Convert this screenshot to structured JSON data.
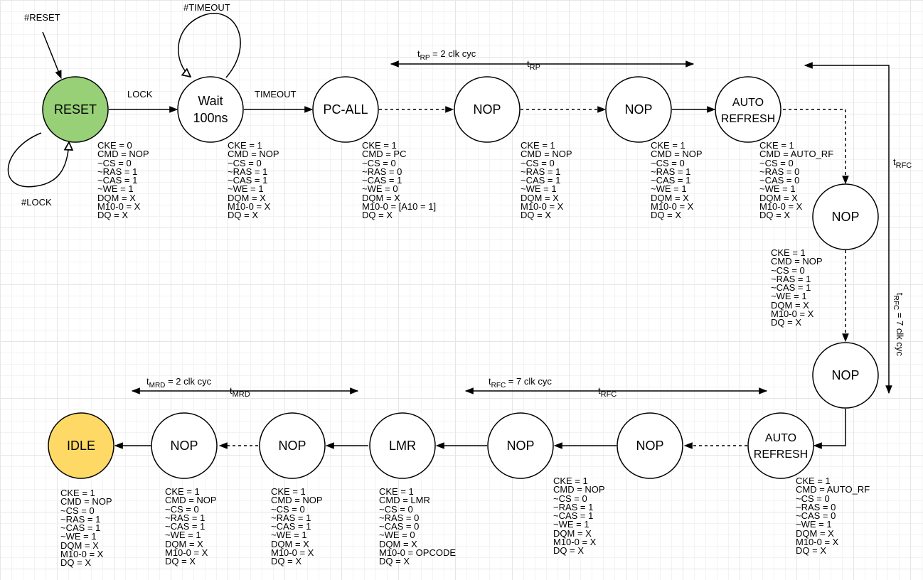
{
  "colors": {
    "reset_fill": "#97d077",
    "idle_fill": "#ffd966",
    "stroke": "#000000"
  },
  "states": {
    "reset": "RESET",
    "wait_1": "Wait",
    "wait_2": "100ns",
    "pc_all": "PC-ALL",
    "nop_1": "NOP",
    "nop_2": "NOP",
    "auto_refresh_1a": "AUTO",
    "auto_refresh_1b": "REFRESH",
    "nop_3": "NOP",
    "nop_4": "NOP",
    "auto_refresh_2a": "AUTO",
    "auto_refresh_2b": "REFRESH",
    "nop_5": "NOP",
    "nop_6": "NOP",
    "lmr": "LMR",
    "nop_7": "NOP",
    "nop_8": "NOP",
    "idle": "IDLE"
  },
  "edge_labels": {
    "reset_in": "#RESET",
    "timeout_loop": "#TIMEOUT",
    "lock_loop": "#LOCK",
    "lock": "LOCK",
    "timeout": "TIMEOUT"
  },
  "timing": {
    "trp_top": {
      "t": "t",
      "sub": "RP",
      "rest": " = 2 clk cyc"
    },
    "trp_mid": {
      "t": "t",
      "sub": "RP"
    },
    "trfc_right_top": {
      "t": "t",
      "sub": "RFC"
    },
    "trfc_right_side": {
      "t": "t",
      "sub": "RFC",
      "rest": " = 7 clk cyc"
    },
    "trfc_bottom_top": {
      "t": "t",
      "sub": "RFC",
      "rest": " = 7 clk cyc"
    },
    "trfc_bottom_mid": {
      "t": "t",
      "sub": "RFC"
    },
    "tmrd_top": {
      "t": "t",
      "sub": "MRD",
      "rest": " = 2 clk cyc"
    },
    "tmrd_mid": {
      "t": "t",
      "sub": "MRD"
    }
  },
  "signals": {
    "reset": [
      "CKE = 0",
      "CMD = NOP",
      "~CS = 0",
      "~RAS = 1",
      "~CAS = 1",
      "~WE = 1",
      "DQM = X",
      "M10-0 = X",
      "DQ = X"
    ],
    "wait": [
      "CKE = 1",
      "CMD = NOP",
      "~CS = 0",
      "~RAS = 1",
      "~CAS = 1",
      "~WE = 1",
      "DQM = X",
      "M10-0 = X",
      "DQ = X"
    ],
    "pc_all": [
      "CKE = 1",
      "CMD = PC",
      "~CS = 0",
      "~RAS = 0",
      "~CAS = 1",
      "~WE = 0",
      "DQM = X",
      "M10-0 = [A10 = 1]",
      "DQ = X"
    ],
    "nop_1": [
      "CKE = 1",
      "CMD = NOP",
      "~CS = 0",
      "~RAS = 1",
      "~CAS = 1",
      "~WE = 1",
      "DQM = X",
      "M10-0 = X",
      "DQ = X"
    ],
    "nop_2": [
      "CKE = 1",
      "CMD = NOP",
      "~CS = 0",
      "~RAS = 1",
      "~CAS = 1",
      "~WE = 1",
      "DQM = X",
      "M10-0 = X",
      "DQ = X"
    ],
    "auto_refresh_1": [
      "CKE = 1",
      "CMD = AUTO_RF",
      "~CS = 0",
      "~RAS = 0",
      "~CAS = 0",
      "~WE = 1",
      "DQM = X",
      "M10-0 = X",
      "DQ = X"
    ],
    "nop_3": [
      "CKE = 1",
      "CMD = NOP",
      "~CS = 0",
      "~RAS = 1",
      "~CAS = 1",
      "~WE = 1",
      "DQM = X",
      "M10-0 = X",
      "DQ = X"
    ],
    "auto_refresh_2": [
      "CKE = 1",
      "CMD = AUTO_RF",
      "~CS = 0",
      "~RAS = 0",
      "~CAS = 0",
      "~WE = 1",
      "DQM = X",
      "M10-0 = X",
      "DQ = X"
    ],
    "nop_6": [
      "CKE = 1",
      "CMD = NOP",
      "~CS = 0",
      "~RAS = 1",
      "~CAS = 1",
      "~WE = 1",
      "DQM = X",
      "M10-0 = X",
      "DQ = X"
    ],
    "lmr": [
      "CKE = 1",
      "CMD = LMR",
      "~CS = 0",
      "~RAS = 0",
      "~CAS = 0",
      "~WE = 0",
      "DQM = X",
      "M10-0 = OPCODE",
      "DQ = X"
    ],
    "nop_7": [
      "CKE = 1",
      "CMD = NOP",
      "~CS = 0",
      "~RAS = 1",
      "~CAS = 1",
      "~WE = 1",
      "DQM = X",
      "M10-0 = X",
      "DQ = X"
    ],
    "nop_8": [
      "CKE = 1",
      "CMD = NOP",
      "~CS = 0",
      "~RAS = 1",
      "~CAS = 1",
      "~WE = 1",
      "DQM = X",
      "M10-0 = X",
      "DQ = X"
    ],
    "idle": [
      "CKE = 1",
      "CMD = NOP",
      "~CS = 0",
      "~RAS = 1",
      "~CAS = 1",
      "~WE = 1",
      "DQM = X",
      "M10-0 = X",
      "DQ = X"
    ]
  }
}
